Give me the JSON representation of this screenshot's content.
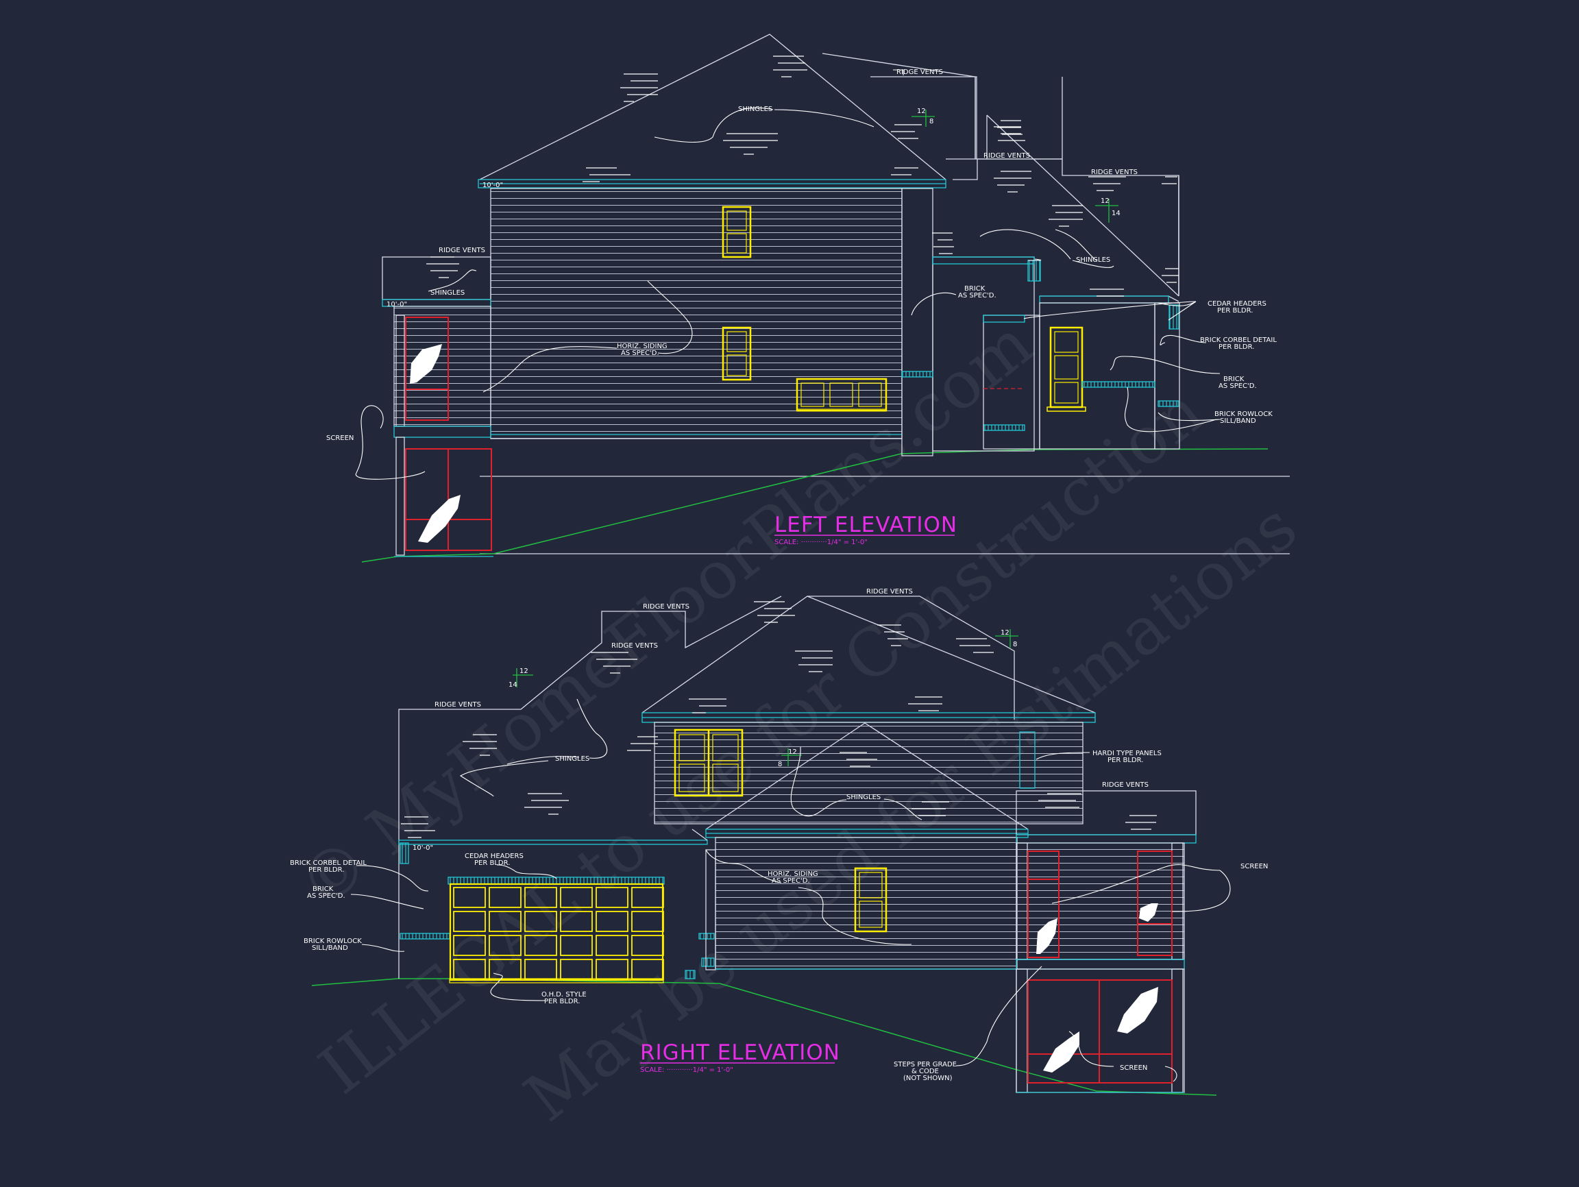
{
  "colors": {
    "background": "#22273a",
    "linework": "#d8dce8",
    "cyan": "#22c8d4",
    "window": "#ffee00",
    "screen": "#e0202a",
    "grade": "#20c040",
    "title": "#e62ee6"
  },
  "left_elevation": {
    "title": "LEFT ELEVATION",
    "scale": "SCALE: ············1/4\" = 1'-0\"",
    "labels": {
      "ridge_vents_1": "RIDGE VENTS",
      "ridge_vents_2": "RIDGE VENTS",
      "ridge_vents_3": "RIDGE VENTS",
      "ridge_vents_4": "RIDGE VENTS",
      "shingles_1": "SHINGLES",
      "shingles_2": "SHINGLES",
      "shingles_3": "SHINGLES",
      "horiz_siding": [
        "HORIZ. SIDING",
        "AS SPEC'D."
      ],
      "brick": [
        "BRICK",
        "AS SPEC'D."
      ],
      "brick_2": [
        "BRICK",
        "AS SPEC'D."
      ],
      "cedar_headers": [
        "CEDAR HEADERS",
        "PER BLDR."
      ],
      "brick_corbel": [
        "BRICK CORBEL DETAIL",
        "PER BLDR."
      ],
      "brick_rowlock": [
        "BRICK ROWLOCK",
        "SILL/BAND"
      ],
      "screen": "SCREEN",
      "plate_1": "10'-0\"",
      "plate_2": "10'-0\""
    },
    "pitches": [
      {
        "rise": "8",
        "run": "12"
      },
      {
        "rise": "14",
        "run": "12"
      }
    ]
  },
  "right_elevation": {
    "title": "RIGHT ELEVATION",
    "scale": "SCALE: ············1/4\" = 1'-0\"",
    "labels": {
      "ridge_vents_1": "RIDGE VENTS",
      "ridge_vents_2": "RIDGE VENTS",
      "ridge_vents_3": "RIDGE VENTS",
      "ridge_vents_4": "RIDGE VENTS",
      "ridge_vents_5": "RIDGE VENTS",
      "shingles_1": "SHINGLES",
      "shingles_2": "SHINGLES",
      "hardi_panels": [
        "HARDI TYPE PANELS",
        "PER BLDR."
      ],
      "cedar_headers": [
        "CEDAR HEADERS",
        "PER BLDR."
      ],
      "brick_corbel": [
        "BRICK CORBEL DETAIL",
        "PER BLDR."
      ],
      "brick": [
        "BRICK",
        "AS SPEC'D."
      ],
      "brick_rowlock": [
        "BRICK ROWLOCK",
        "SILL/BAND"
      ],
      "horiz_siding": [
        "HORIZ. SIDING",
        "AS SPEC'D."
      ],
      "ohd_style": [
        "O.H.D. STYLE",
        "PER BLDR."
      ],
      "steps": [
        "STEPS PER GRADE",
        "& CODE",
        "(NOT SHOWN)"
      ],
      "screen_1": "SCREEN",
      "screen_2": "SCREEN",
      "plate_1": "10'-0\""
    },
    "pitches": [
      {
        "rise": "14",
        "run": "12"
      },
      {
        "rise": "8",
        "run": "12"
      },
      {
        "rise": "8",
        "run": "12"
      }
    ]
  },
  "watermark": {
    "line_1": "© MyHomeFloorPlans.com",
    "line_2": "ILLEGAL to use for Construction",
    "line_3": "May be used for Estimations"
  }
}
